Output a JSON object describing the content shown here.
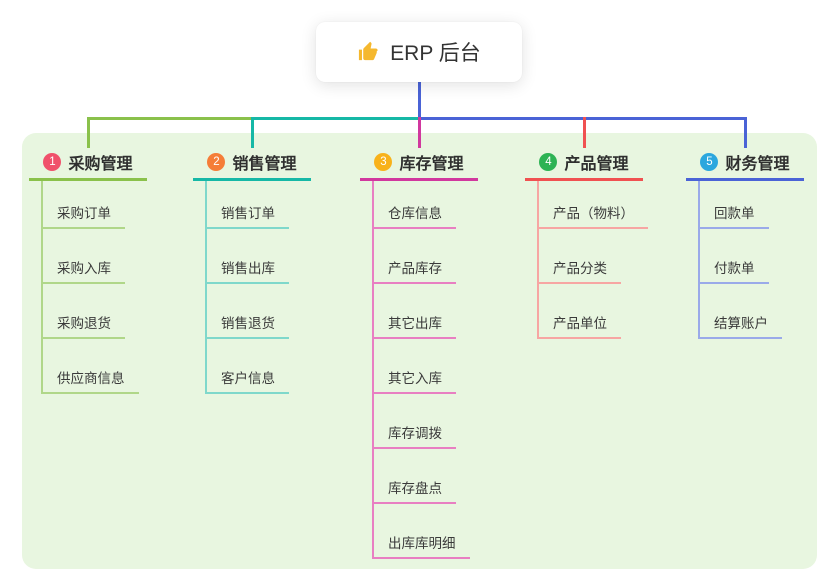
{
  "root": {
    "label": "ERP 后台",
    "icon": "thumbs-up"
  },
  "colors": {
    "panel_bg": "#e8f6e0",
    "root_connector": "#4a63d6",
    "node_text": "#333333"
  },
  "branches": [
    {
      "num": "1",
      "label": "采购管理",
      "badge_color": "#f0516b",
      "line_color": "#8ac14b",
      "light_color": "#b0d789",
      "children": [
        "采购订单",
        "采购入库",
        "采购退货",
        "供应商信息"
      ]
    },
    {
      "num": "2",
      "label": "销售管理",
      "badge_color": "#f57d38",
      "line_color": "#16b8a6",
      "light_color": "#7fd8cb",
      "children": [
        "销售订单",
        "销售出库",
        "销售退货",
        "客户信息"
      ]
    },
    {
      "num": "3",
      "label": "库存管理",
      "badge_color": "#f8b21a",
      "line_color": "#d1389e",
      "light_color": "#e87fc2",
      "children": [
        "仓库信息",
        "产品库存",
        "其它出库",
        "其它入库",
        "库存调拨",
        "库存盘点",
        "出库库明细"
      ]
    },
    {
      "num": "4",
      "label": "产品管理",
      "badge_color": "#2db354",
      "line_color": "#f05151",
      "light_color": "#f7a6a3",
      "children": [
        "产品（物料）",
        "产品分类",
        "产品单位"
      ]
    },
    {
      "num": "5",
      "label": "财务管理",
      "badge_color": "#2ba7de",
      "line_color": "#4a63d6",
      "light_color": "#9aaae9",
      "children": [
        "回款单",
        "付款单",
        "结算账户"
      ]
    }
  ]
}
